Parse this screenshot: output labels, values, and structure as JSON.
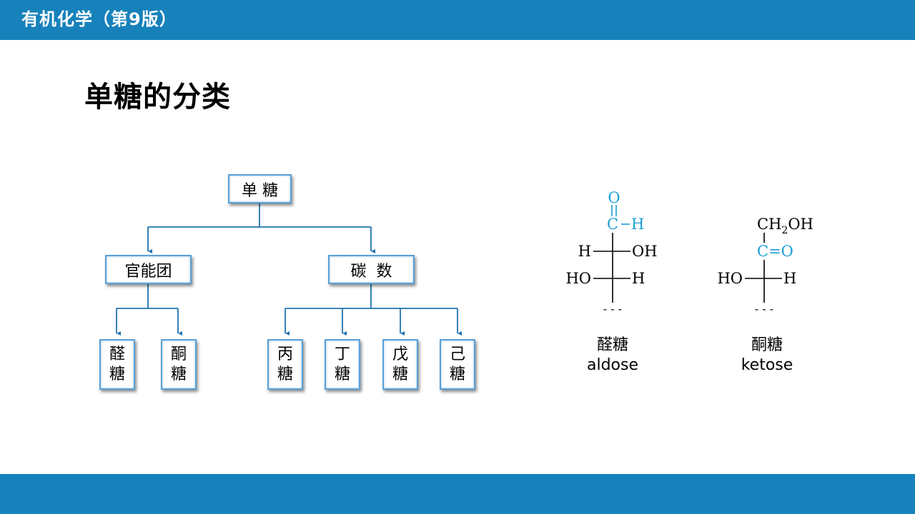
{
  "header": {
    "course_title": "有机化学（第9版）"
  },
  "slide": {
    "title": "单糖的分类"
  },
  "tree": {
    "root": "单 糖",
    "branch_functional": "官能团",
    "branch_carbon": "碳  数",
    "leaf_aldose": "醛糖",
    "leaf_ketose": "酮糖",
    "leaf_triose": "丙糖",
    "leaf_tetrose": "丁糖",
    "leaf_pentose": "戊糖",
    "leaf_hexose": "己糖"
  },
  "aldose": {
    "label_cn": "醛糖",
    "label_en": "aldose",
    "atoms": {
      "o": "O",
      "c": "C",
      "h_top": "H",
      "h_left": "H",
      "oh_right": "OH",
      "ho_left": "HO",
      "h_right": "H",
      "dash": "- - -"
    }
  },
  "ketose": {
    "label_cn": "酮糖",
    "label_en": "ketose",
    "atoms": {
      "ch2oh_ch": "CH",
      "ch2oh_sub": "2",
      "ch2oh_oh": "OH",
      "carbonyl": "C=O",
      "ho_left": "HO",
      "h_right": "H",
      "dash": "- - -"
    }
  },
  "colors": {
    "header_bar": "#1681bb",
    "footer_bar": "#1681bb",
    "node_border": "#5aa0d6",
    "connector": "#1f74b0",
    "highlight": "#1aa0d6"
  }
}
